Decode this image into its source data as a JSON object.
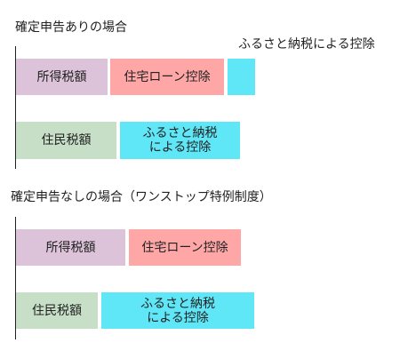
{
  "section_with_filing": {
    "title": "確定申告ありの場合",
    "annotation": "ふるさと納税による控除",
    "row_income": {
      "income_tax_label": "所得税額",
      "housing_deduction_label": "住宅ローン控除"
    },
    "row_resident": {
      "resident_tax_label": "住民税額",
      "furusato_deduction_label": "ふるさと納税\nによる控除"
    }
  },
  "section_one_stop": {
    "title": "確定申告なしの場合（ワンストップ特例制度）",
    "row_income": {
      "income_tax_label": "所得税額",
      "housing_deduction_label": "住宅ローン控除"
    },
    "row_resident": {
      "resident_tax_label": "住民税額",
      "furusato_deduction_label": "ふるさと納税\nによる控除"
    }
  },
  "colors": {
    "income_tax": "#dcc3d9",
    "housing_deduction": "#ffa7a7",
    "furusato_deduction": "#5fe6f7",
    "resident_tax": "#c6dfc6"
  }
}
